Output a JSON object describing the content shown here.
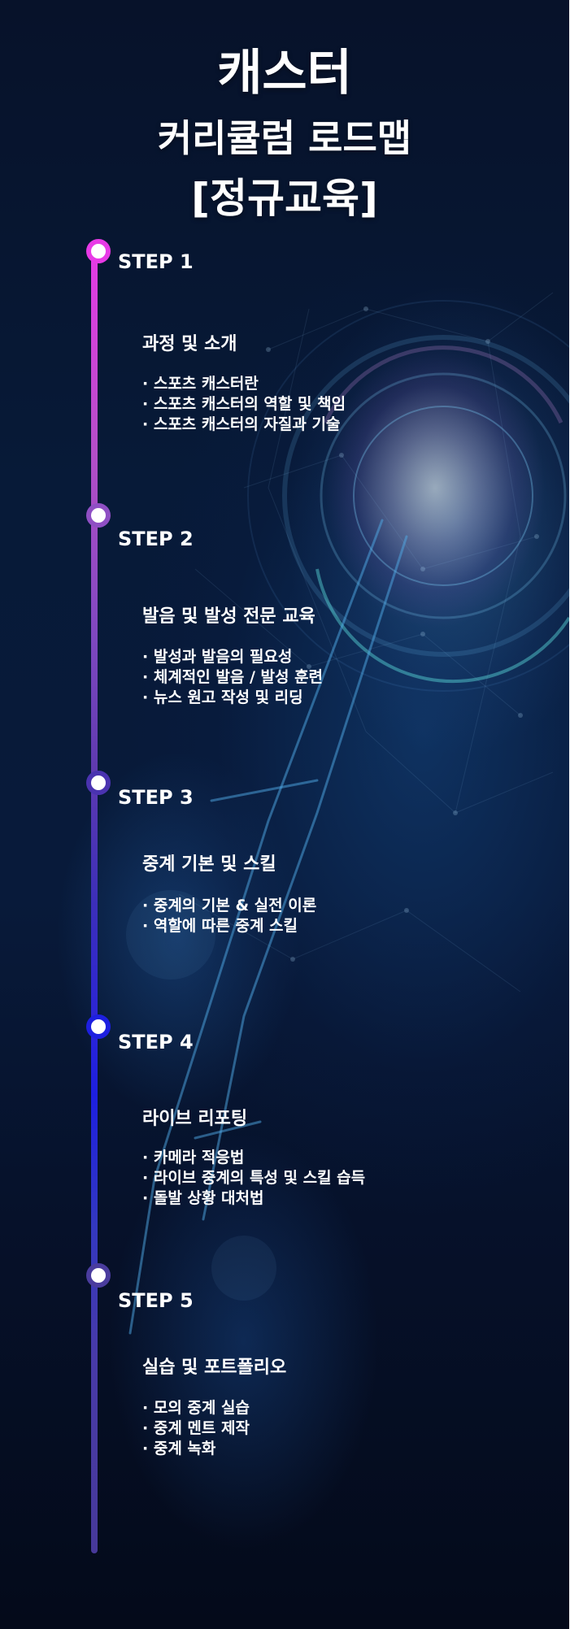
{
  "title": {
    "line1": "캐스터",
    "line2": "커리큘럼 로드맵",
    "line3": "[정규교육]"
  },
  "steps": [
    {
      "label": "STEP 1",
      "dot_color": "#e83ae6",
      "section": "과정 및 소개",
      "items": [
        "· 스포츠 캐스터란",
        "· 스포츠 캐스터의 역할 및 책임",
        "· 스포츠 캐스터의 자질과 기술"
      ]
    },
    {
      "label": "STEP 2",
      "dot_color": "#8f4fc4",
      "section": "발음 및 발성 전문 교육",
      "items": [
        "· 발성과 발음의 필요성",
        "· 체계적인 발음 / 발성 훈련",
        "· 뉴스 원고 작성 및 리딩"
      ]
    },
    {
      "label": "STEP 3",
      "dot_color": "#4a33b0",
      "section": "중계 기본 및 스킬",
      "items": [
        "· 중계의 기본 & 실전 이론",
        "· 역할에 따른 중계 스킬"
      ]
    },
    {
      "label": "STEP 4",
      "dot_color": "#1d1fe0",
      "section": "라이브 리포팅",
      "items": [
        "· 카메라 적응법",
        "· 라이브 중계의 특성 및 스킬 습득",
        "· 돌발 상황 대처법"
      ]
    },
    {
      "label": "STEP 5",
      "dot_color": "#4a3c9e",
      "section": "실습 및 포트폴리오",
      "items": [
        "· 모의 중계 실습",
        "· 중계 멘트 제작",
        "· 중계 녹화"
      ]
    }
  ]
}
